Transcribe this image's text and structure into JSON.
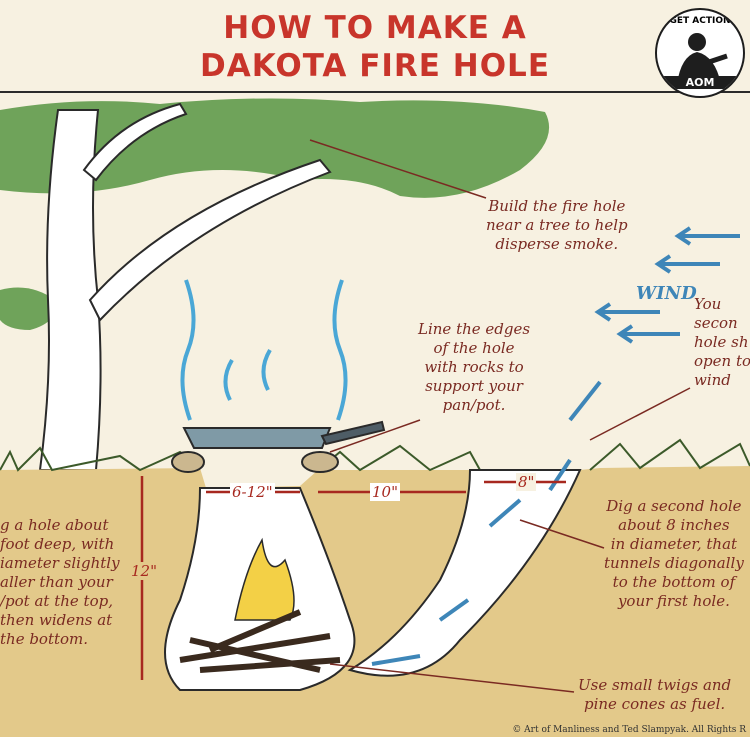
{
  "title": {
    "line1": "HOW TO MAKE A",
    "line2": "DAKOTA FIRE HOLE"
  },
  "logo": {
    "top_text": "GET ACTION",
    "bottom_text": "AOM"
  },
  "labels": {
    "tree": [
      "Build the fire hole",
      "near a tree to help",
      "disperse smoke."
    ],
    "wind": "WIND",
    "second_open": [
      "You",
      "secon",
      "hole sh",
      "open to",
      "wind"
    ],
    "rocks": [
      "Line the edges",
      "of the hole",
      "with rocks to",
      "support your",
      "pan/pot."
    ],
    "first_hole": [
      "g a hole about",
      "foot deep, with",
      "iameter slightly",
      "aller than your",
      "/pot at the top,",
      "then widens at",
      "the bottom."
    ],
    "second_hole": [
      "Dig a second hole",
      "about 8 inches",
      "in diameter, that",
      "tunnels diagonally",
      "to the bottom of",
      "your first hole."
    ],
    "fuel": [
      "Use small twigs and",
      "pine cones as fuel."
    ]
  },
  "dimensions": {
    "top_width": "6-12\"",
    "gap": "10\"",
    "second": "8\"",
    "depth": "12\""
  },
  "credit": "© Art of Manliness and Ted Slampyak. All Rights R",
  "colors": {
    "title": "#c8352b",
    "wind_arrow": "#3e86b8",
    "soil": "#e3c98a",
    "foliage": "#6fa35a"
  }
}
